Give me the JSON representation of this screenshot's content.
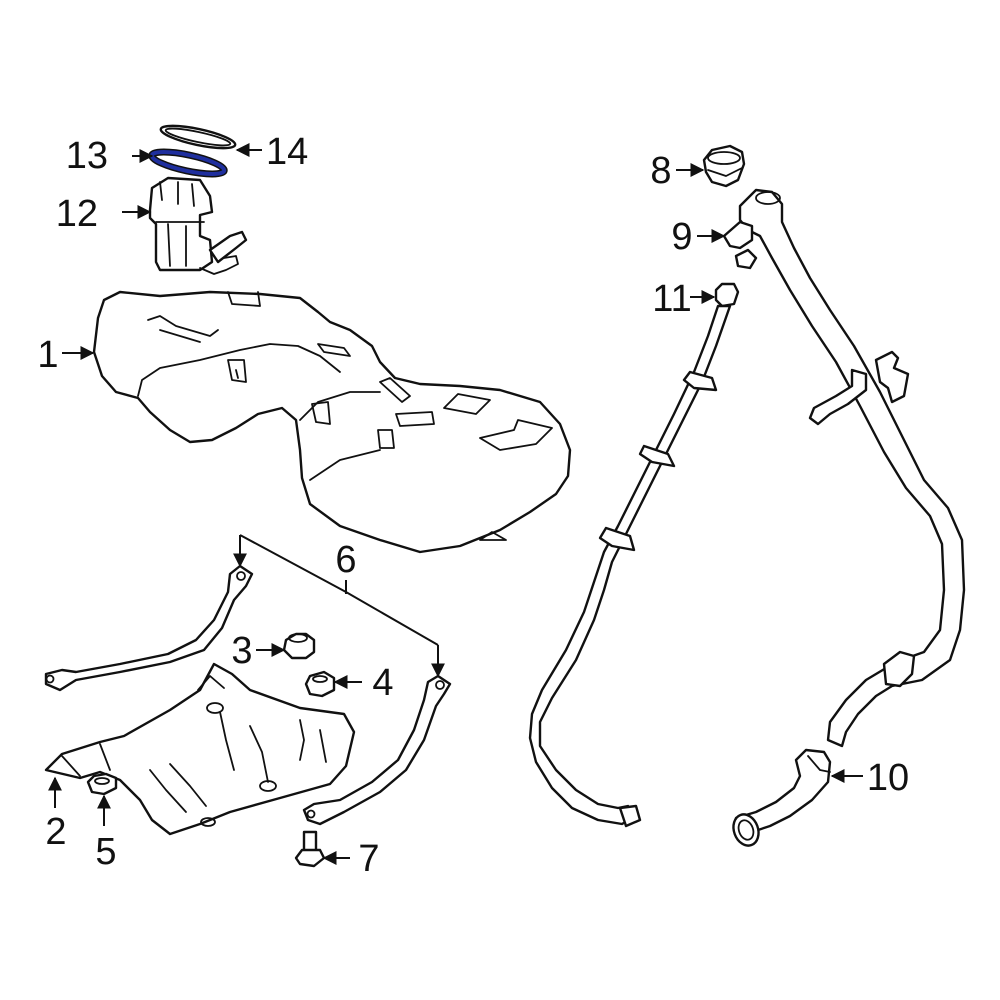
{
  "colors": {
    "background": "#ffffff",
    "line": "#111111",
    "highlight": "#1f2f9e"
  },
  "highlighted_part": "13",
  "callouts": {
    "c1": "1",
    "c2": "2",
    "c3": "3",
    "c4": "4",
    "c5": "5",
    "c6": "6",
    "c7": "7",
    "c8": "8",
    "c9": "9",
    "c10": "10",
    "c11": "11",
    "c12": "12",
    "c13": "13",
    "c14": "14"
  }
}
